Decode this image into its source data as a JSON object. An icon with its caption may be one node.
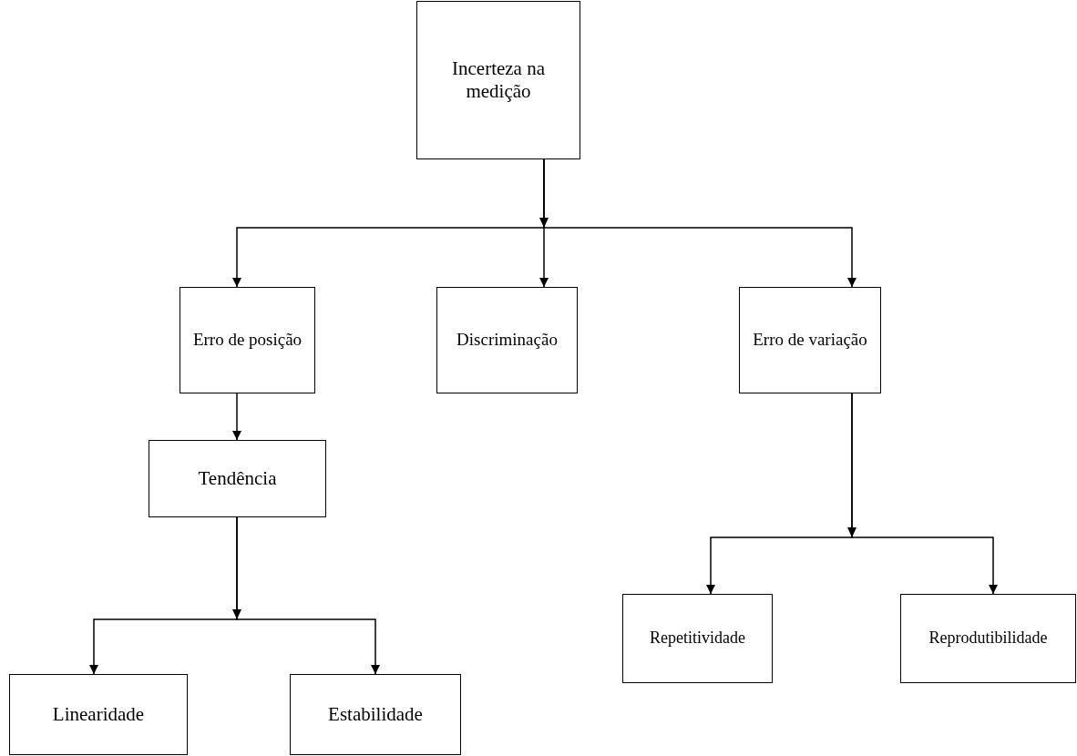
{
  "diagram": {
    "nodes": [
      {
        "text": [
          "Incerteza na medição"
        ]
      },
      {
        "text": [
          "Erro de posição"
        ]
      },
      {
        "text": [
          "Discriminação"
        ]
      },
      {
        "text": [
          "Erro de variação"
        ]
      },
      {
        "text": [
          "Tendência"
        ]
      },
      {
        "text": [
          "Linearidade"
        ]
      },
      {
        "text": [
          "Estabilidade"
        ]
      },
      {
        "text": [
          "Repetitividade"
        ]
      },
      {
        "text": [
          "Reprodutibilidade"
        ]
      }
    ],
    "edges": [
      {
        "from": 0,
        "to": 1,
        "arrow": "to"
      },
      {
        "from": 0,
        "to": 2,
        "arrow": "to"
      },
      {
        "from": 0,
        "to": 3,
        "arrow": "to"
      },
      {
        "from": 1,
        "to": 4,
        "arrow": "to"
      },
      {
        "from": 4,
        "to": 5,
        "arrow": "to"
      },
      {
        "from": 4,
        "to": 6,
        "arrow": "to"
      },
      {
        "from": 3,
        "to": 7,
        "arrow": "to"
      },
      {
        "from": 3,
        "to": 8,
        "arrow": "to"
      }
    ]
  }
}
